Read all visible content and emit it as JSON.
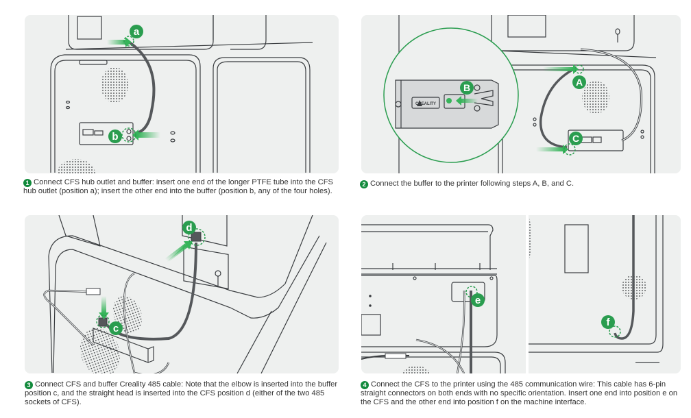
{
  "colors": {
    "panel_bg": "#eef0ef",
    "line": "#3a3d40",
    "accent_green": "#2a9d4f",
    "badge_green": "#128a3c",
    "arrow_green": "#36b45a"
  },
  "steps": [
    {
      "number": "1",
      "caption": "Connect CFS hub outlet and buffer: insert one end of the longer PTFE tube into the CFS hub outlet (position a); insert the other end into the buffer (position b, any of the four holes).",
      "markers": [
        "a",
        "b"
      ]
    },
    {
      "number": "2",
      "caption": "Connect the buffer to the printer following steps A, B, and C.",
      "markers": [
        "A",
        "B",
        "C"
      ],
      "brand_label": "CREALITY"
    },
    {
      "number": "3",
      "caption": "Connect CFS and buffer Creality 485 cable: Note that the elbow is inserted into the buffer position c, and the straight head is inserted into the CFS position d (either of the two 485 sockets of CFS).",
      "markers": [
        "c",
        "d"
      ]
    },
    {
      "number": "4",
      "caption": "Connect the CFS to the printer using the 485 communication wire: This cable has 6-pin straight connectors on both ends with no specific orientation. Insert one end into position e on the CFS and the other end into position f on the machine interface.",
      "markers": [
        "e",
        "f"
      ]
    }
  ]
}
